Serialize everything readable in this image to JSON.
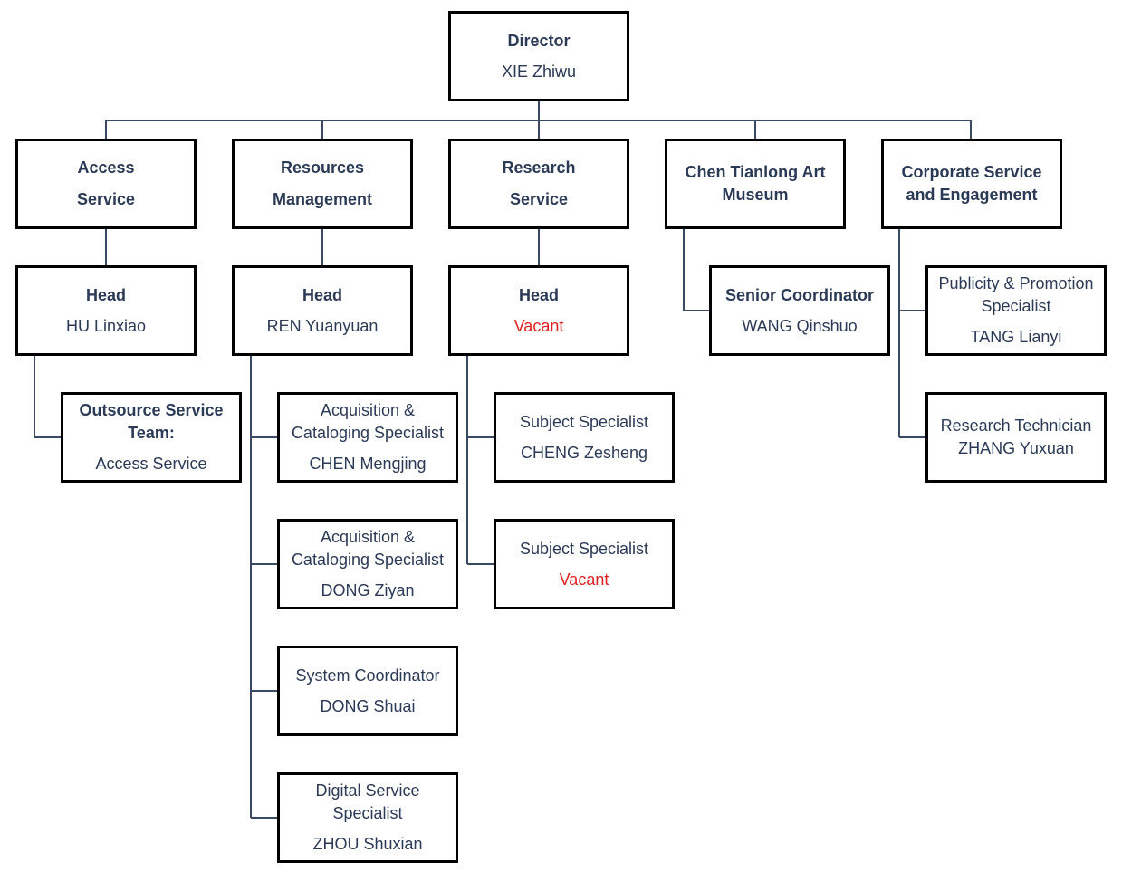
{
  "director": {
    "title": "Director",
    "name": "XIE Zhiwu"
  },
  "departments": {
    "access": {
      "title": "Access Service"
    },
    "resources": {
      "title": "Resources Management"
    },
    "research": {
      "title": "Research Service"
    },
    "museum": {
      "title": "Chen Tianlong Art Museum"
    },
    "corporate": {
      "title": "Corporate Service and Engagement"
    }
  },
  "heads": {
    "access": {
      "title": "Head",
      "name": "HU Linxiao"
    },
    "resources": {
      "title": "Head",
      "name": "REN Yuanyuan"
    },
    "research": {
      "title": "Head",
      "name": "Vacant"
    },
    "museum": {
      "title": "Senior Coordinator",
      "name": "WANG Qinshuo"
    }
  },
  "staff": {
    "outsource": {
      "title": "Outsource Service Team:",
      "name": "Access Service"
    },
    "acq1": {
      "title": "Acquisition & Cataloging Specialist",
      "name": "CHEN Mengjing"
    },
    "acq2": {
      "title": "Acquisition & Cataloging Specialist",
      "name": "DONG Ziyan"
    },
    "sys": {
      "title": "System Coordinator",
      "name": "DONG Shuai"
    },
    "digital": {
      "title": "Digital Service Specialist",
      "name": "ZHOU Shuxian"
    },
    "subject1": {
      "title": "Subject Specialist",
      "name": "CHENG Zesheng"
    },
    "subject2": {
      "title": "Subject Specialist",
      "name": "Vacant"
    },
    "publicity": {
      "title": "Publicity & Promotion Specialist",
      "name": "TANG Lianyi"
    },
    "tech": {
      "title": "Research Technician",
      "name": "ZHANG Yuxuan"
    }
  },
  "colors": {
    "text": "#2b3a55",
    "vacant": "#e02020",
    "border": "#000000",
    "connector": "#3b4a63"
  }
}
